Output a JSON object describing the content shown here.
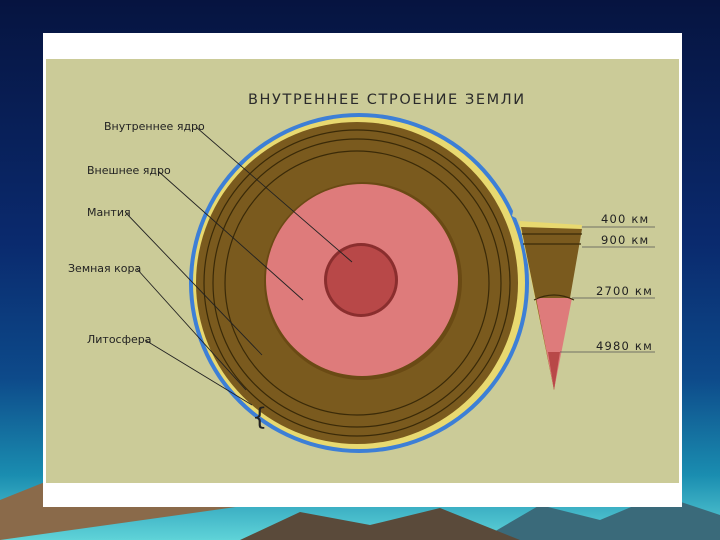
{
  "slide": {
    "title": "ВНУТРЕННЕЕ СТРОЕНИЕ ЗЕМЛИ"
  },
  "labels": {
    "inner_core": "Внутреннее ядро",
    "outer_core": "Внешнее ядро",
    "mantle": "Мантия",
    "crust": "Земная кора",
    "lithosphere": "Литосфера"
  },
  "depths": {
    "d1": "400 км",
    "d2": "900 км",
    "d3": "2700 км",
    "d4": "4980 км"
  },
  "colors": {
    "panel": "#cbcb98",
    "mantle": "#7a5a1e",
    "crust": "#e8d970",
    "ocean": "#3d7fd6",
    "outer_core": "#de7b7b",
    "inner_core": "#b84848"
  }
}
